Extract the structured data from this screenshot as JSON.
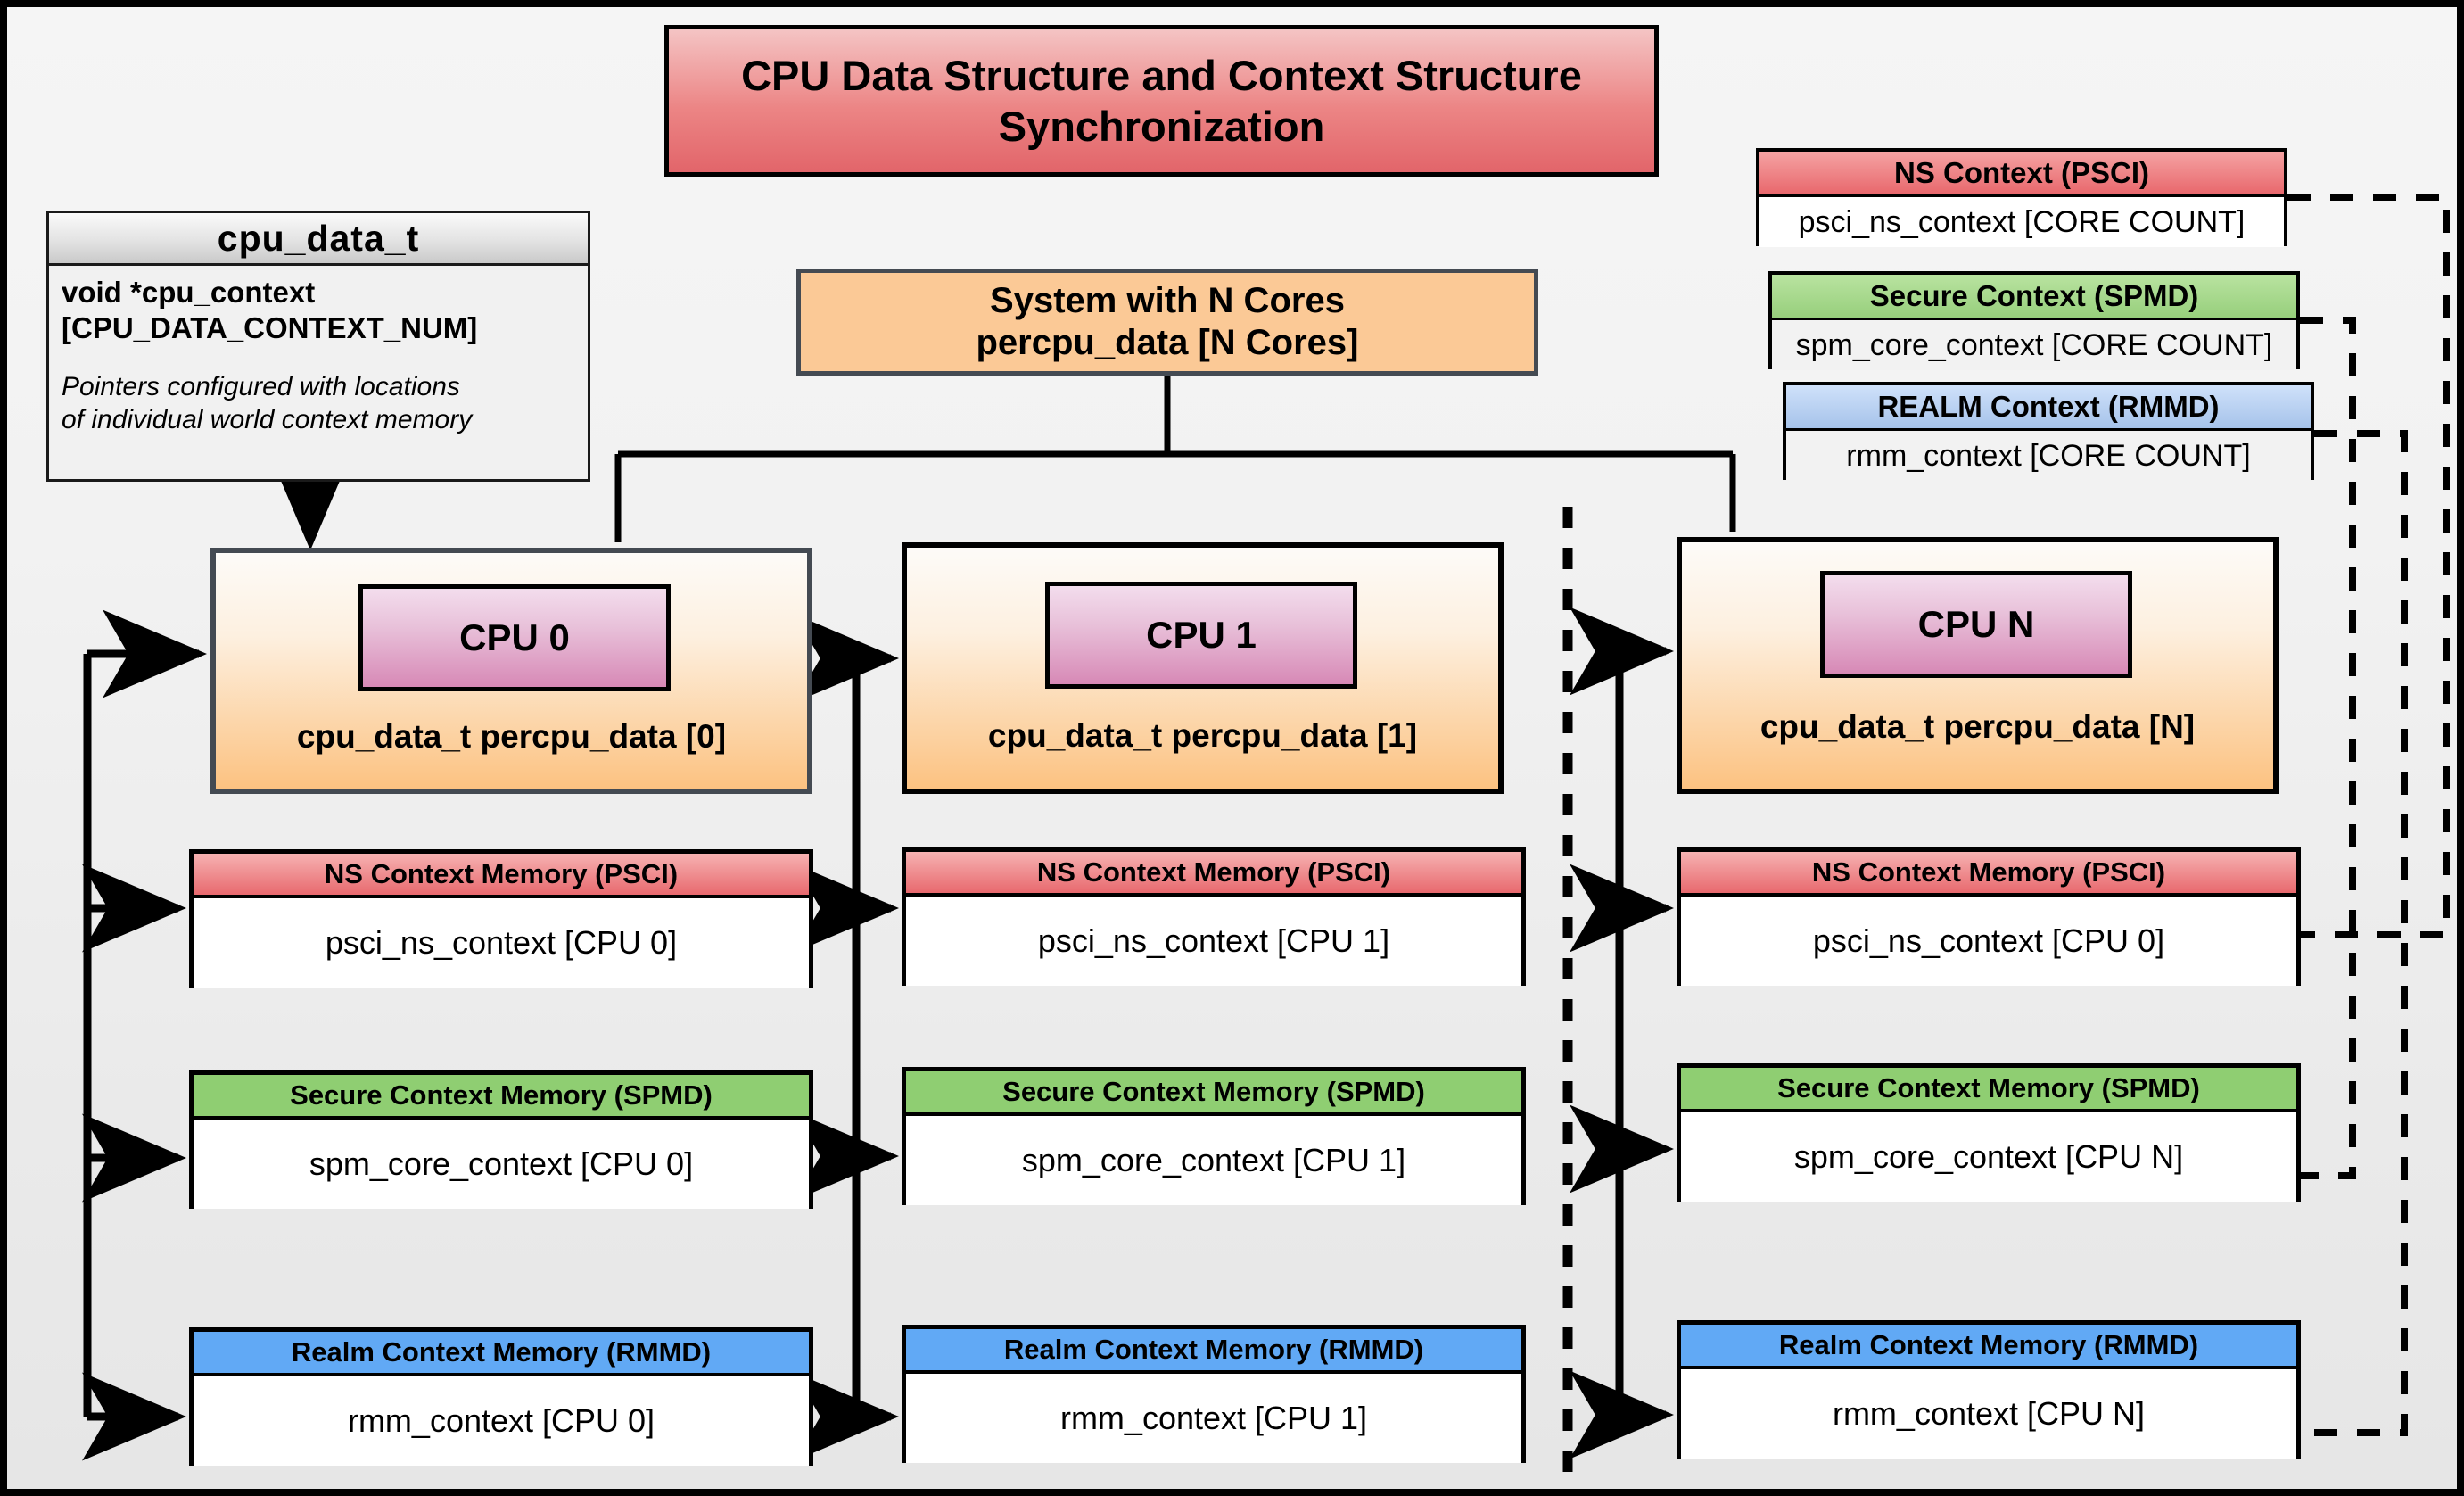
{
  "title": "CPU Data Structure and Context Structure Synchronization",
  "cpu_data_struct": {
    "header": "cpu_data_t",
    "field": "void  *cpu_context",
    "field_index": "[CPU_DATA_CONTEXT_NUM]",
    "note_line1": "Pointers configured with locations",
    "note_line2": "of individual world context memory"
  },
  "system": {
    "line1": "System with N Cores",
    "line2": "percpu_data [N Cores]"
  },
  "legend": [
    {
      "header": "NS Context  (PSCI)",
      "body": "psci_ns_context [CORE COUNT]",
      "color": "#e8696e"
    },
    {
      "header": "Secure Context (SPMD)",
      "body": "spm_core_context [CORE COUNT]",
      "color": "#97cf7c"
    },
    {
      "header": "REALM Context (RMMD)",
      "body": "rmm_context [CORE COUNT]",
      "color": "#a6c3ea"
    }
  ],
  "cpus": [
    {
      "badge": "CPU 0",
      "label": "cpu_data_t percpu_data [0]",
      "memories": [
        {
          "header": "NS Context Memory (PSCI)",
          "body": "psci_ns_context [CPU 0]",
          "color": "#e8696e"
        },
        {
          "header": "Secure Context Memory (SPMD)",
          "body": "spm_core_context [CPU 0]",
          "color": "#8fce72"
        },
        {
          "header": "Realm Context Memory (RMMD)",
          "body": "rmm_context [CPU 0]",
          "color": "#61a9f5"
        }
      ]
    },
    {
      "badge": "CPU 1",
      "label": "cpu_data_t percpu_data [1]",
      "memories": [
        {
          "header": "NS Context Memory (PSCI)",
          "body": "psci_ns_context [CPU 1]",
          "color": "#e8696e"
        },
        {
          "header": "Secure Context Memory (SPMD)",
          "body": "spm_core_context [CPU 1]",
          "color": "#8fce72"
        },
        {
          "header": "Realm Context Memory (RMMD)",
          "body": "rmm_context [CPU 1]",
          "color": "#61a9f5"
        }
      ]
    },
    {
      "badge": "CPU N",
      "label": "cpu_data_t percpu_data [N]",
      "memories": [
        {
          "header": "NS Context Memory (PSCI)",
          "body": "psci_ns_context [CPU 0]",
          "color": "#e8696e"
        },
        {
          "header": "Secure Context Memory (SPMD)",
          "body": "spm_core_context [CPU N]",
          "color": "#8fce72"
        },
        {
          "header": "Realm Context Memory (RMMD)",
          "body": "rmm_context [CPU N]",
          "color": "#61a9f5"
        }
      ]
    }
  ],
  "colors": {
    "accent_red": "#e8696e",
    "accent_green": "#8fce72",
    "accent_blue": "#61a9f5",
    "cpu_orange": "#fbc996",
    "cpu_badge_pink": "#d789b6",
    "border": "#000000"
  }
}
